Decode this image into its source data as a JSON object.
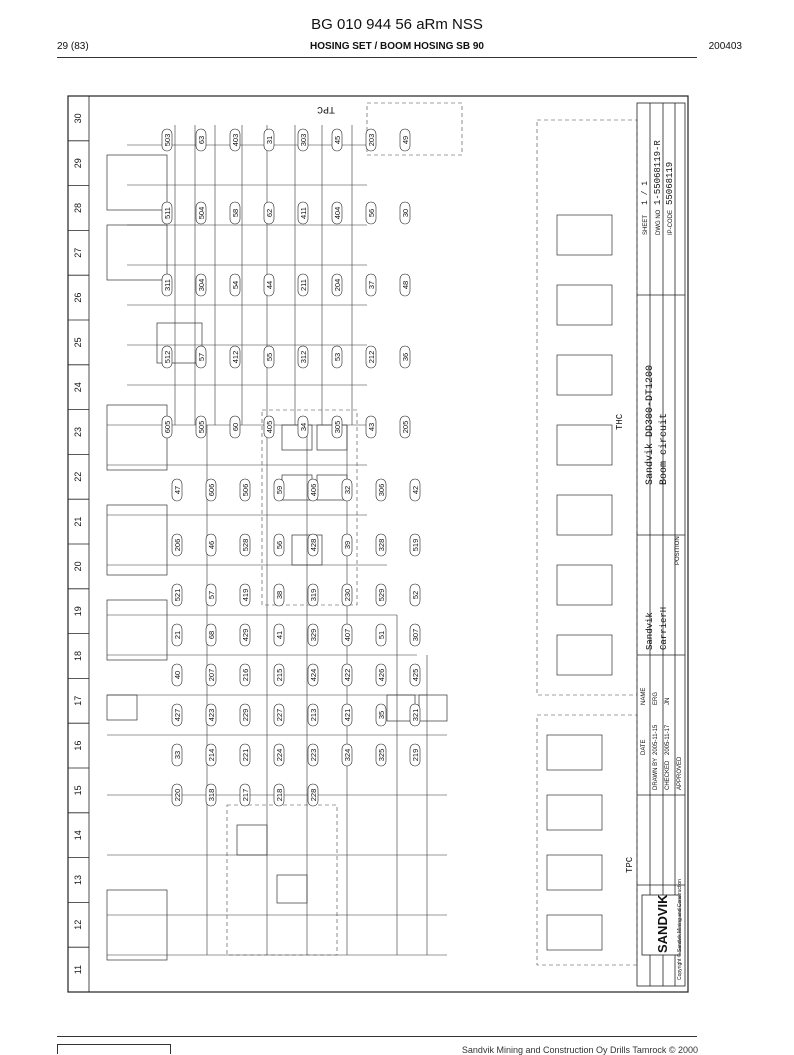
{
  "header": {
    "doc_title": "BG 010 944 56 aRm NSS",
    "page": "29 (83)",
    "subtitle": "HOSING SET / BOOM HOSING SB 90",
    "date": "200403"
  },
  "grid_columns": [
    "30",
    "29",
    "28",
    "27",
    "26",
    "25",
    "24",
    "23",
    "22",
    "21",
    "20",
    "19",
    "18",
    "17",
    "16",
    "15",
    "14",
    "13",
    "12",
    "11"
  ],
  "labels": {
    "tpc_top": "TPC",
    "tpc_bottom": "TPC",
    "thc": "THC"
  },
  "upper_numbers": [
    "503",
    "63",
    "403",
    "31",
    "303",
    "45",
    "203",
    "49",
    "511",
    "504",
    "58",
    "62",
    "411",
    "404",
    "56",
    "30",
    "311",
    "304",
    "54",
    "44",
    "211",
    "204",
    "37",
    "48",
    "512",
    "57",
    "412",
    "55",
    "312",
    "53",
    "212",
    "36",
    "605",
    "505",
    "60",
    "405",
    "34",
    "305",
    "43",
    "205",
    "47",
    "606",
    "506",
    "59",
    "406",
    "32",
    "306",
    "42",
    "206",
    "46",
    "528",
    "56",
    "428",
    "39",
    "328",
    "519",
    "521",
    "57",
    "419",
    "38",
    "319",
    "230",
    "529",
    "52",
    "21",
    "68",
    "429",
    "41",
    "329",
    "407",
    "51",
    "307",
    "40",
    "207",
    "216",
    "215",
    "424",
    "422",
    "426",
    "425",
    "427",
    "423",
    "229",
    "227",
    "213",
    "421",
    "35",
    "321",
    "33",
    "214",
    "221",
    "224",
    "223",
    "324",
    "325",
    "219",
    "220",
    "318",
    "217",
    "218",
    "228"
  ],
  "title_block": {
    "company": "SANDVIK",
    "copyright": "Copyright © Sandvik Mining and Construction",
    "brand": "Sandvik",
    "product": "Sandvik DD300-DT1200",
    "description": "Boom circuit",
    "location": "CarrierH",
    "position": "POSITION",
    "sheet_label": "SHEET",
    "sheet": "1 / 1",
    "dwg_label": "DWG NO",
    "dwg_no": "1-55068119-R",
    "ip_label": "IP-CODE",
    "ip_code": "55068119",
    "name_label": "NAME",
    "date_label": "DATE",
    "drawn_label": "DRAWN BY",
    "drawn_date": "2005-11-15",
    "drawn_name": "ERG",
    "checked_label": "CHECKED",
    "checked_date": "2005-11-17",
    "checked_name": "JN",
    "approved_label": "APPROVED"
  },
  "footer": {
    "copyright": "Sandvik Mining and Construction Oy Drills Tamrock © 2000"
  }
}
